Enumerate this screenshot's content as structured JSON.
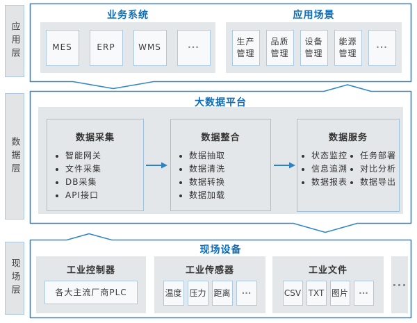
{
  "colors": {
    "frame_blue": "#3187c6",
    "title_blue": "#0c6cb8",
    "panel_gray": "#e4e7e9",
    "cell_fill": "#f7f9fb",
    "cell_border": "#a9c9e4",
    "label_bg": "#e3e4e6",
    "text_dark": "#333333",
    "dots_gray": "#8a8a8a"
  },
  "diagram": {
    "layers": [
      {
        "side_label": "应用层",
        "groups": [
          {
            "title": "业务系统",
            "items": [
              "MES",
              "ERP",
              "WMS",
              "···"
            ]
          },
          {
            "title": "应用场景",
            "items": [
              "生产管理",
              "品质管理",
              "设备管理",
              "能源管理",
              "···"
            ]
          }
        ]
      },
      {
        "side_label": "数据层",
        "title": "大数据平台",
        "modules": [
          {
            "title": "数据采集",
            "bullets": [
              "智能网关",
              "文件采集",
              "DB采集",
              "API接口"
            ]
          },
          {
            "title": "数据整合",
            "bullets": [
              "数据抽取",
              "数据清洗",
              "数据转换",
              "数据加载"
            ]
          },
          {
            "title": "数据服务",
            "bullets": [
              "状态监控",
              "任务部署",
              "信息追溯",
              "对比分析",
              "数据报表",
              "数据导出"
            ]
          }
        ]
      },
      {
        "side_label": "现场层",
        "title": "现场设备",
        "groups": [
          {
            "title": "工业控制器",
            "items": [
              "各大主流厂商PLC"
            ]
          },
          {
            "title": "工业传感器",
            "items": [
              "温度",
              "压力",
              "距离",
              "···"
            ]
          },
          {
            "title": "工业文件",
            "items": [
              "CSV",
              "TXT",
              "图片",
              "···"
            ]
          },
          {
            "title": "",
            "items": [
              "···"
            ]
          }
        ]
      }
    ]
  }
}
